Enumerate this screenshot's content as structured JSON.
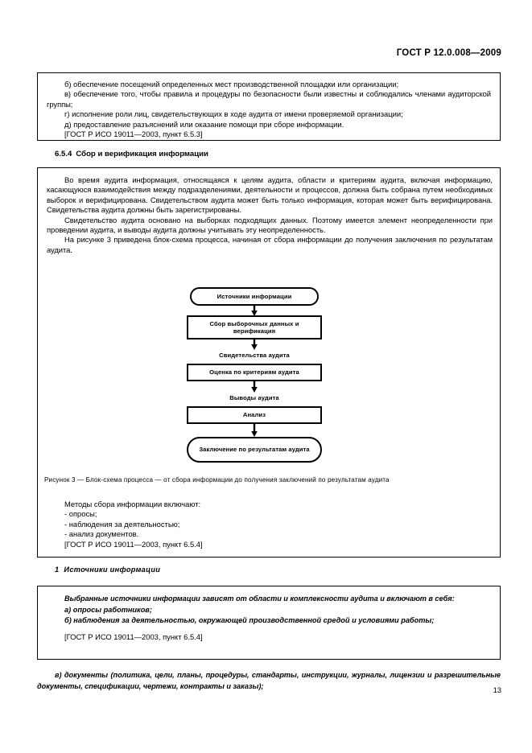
{
  "header": {
    "standard_id": "ГОСТ Р 12.0.008—2009"
  },
  "page_number": "13",
  "block_top": {
    "lines": [
      "б)  обеспечение посещений определенных мест производственной площадки или организации;",
      "в)  обеспечение того, чтобы правила и процедуры по безопасности были известны и соблюдались членами аудиторской группы;",
      "г)  исполнение роли лиц, свидетельствующих в ходе аудита от имени проверяемой организации;",
      "д)  предоставление разъяснений или оказание помощи при сборе информации.",
      "[ГОСТ Р ИСО 19011—2003, пункт 6.5.3]"
    ]
  },
  "section": {
    "number": "6.5.4",
    "title": "Сбор и верификация информации"
  },
  "block_main": {
    "paragraphs": [
      "Во время аудита информация, относящаяся к целям аудита, области и критериям аудита, включая информацию, касающуюся взаимодействия между подразделениями, деятельности и процессов, должна быть собрана путем необходимых выборок и верифицирована. Свидетельством аудита может быть только информация, которая может быть верифицирована. Свидетельства аудита должны быть зарегистрированы.",
      "Свидетельство аудита основано на выборках подходящих данных. Поэтому имеется элемент неопределенности при проведении аудита, и выводы аудита должны учитывать эту неопределенность.",
      "На рисунке 3 приведена блок-схема процесса, начиная от сбора информации до получения заключения по результатам аудита."
    ],
    "methods_intro": "Методы сбора информации включают:",
    "methods": [
      "-  опросы;",
      "-  наблюдения за деятельностью;",
      "-  анализ документов."
    ],
    "reference": "[ГОСТ Р ИСО 19011—2003, пункт 6.5.4]"
  },
  "figure": {
    "caption": "Рисунок 3 — Блок-схема процесса — от сбора информации до получения заключений по результатам аудита",
    "nodes": [
      {
        "id": "sources",
        "label": "Источники информации",
        "shape": "stadium"
      },
      {
        "id": "collect",
        "label": "Сбор выборочных данных и верификация",
        "shape": "rect"
      },
      {
        "id": "evaluate",
        "label": "Оценка по критериям аудита",
        "shape": "rect"
      },
      {
        "id": "analysis",
        "label": "Анализ",
        "shape": "rect"
      },
      {
        "id": "conclusion",
        "label": "Заключение по результатам аудита",
        "shape": "stadium"
      }
    ],
    "edge_labels": [
      "Свидетельства аудита",
      "Выводы аудита"
    ]
  },
  "subsection": {
    "number": "1",
    "title": "Источники информации"
  },
  "block_sources": {
    "intro": "Выбранные источники информации зависят от области и комплексности аудита и включают в себя:",
    "items": [
      "а)  опросы работников;",
      "б)  наблюдения за деятельностью, окружающей производственной средой и условиями работы;"
    ],
    "reference": "[ГОСТ Р ИСО 19011—2003, пункт 6.5.4]"
  },
  "trailing_paragraph": "в)  документы (политика, цели, планы, процедуры, стандарты, инструкции, журналы, лицензии и разрешительные документы, спецификации, чертежи, контракты и заказы);"
}
